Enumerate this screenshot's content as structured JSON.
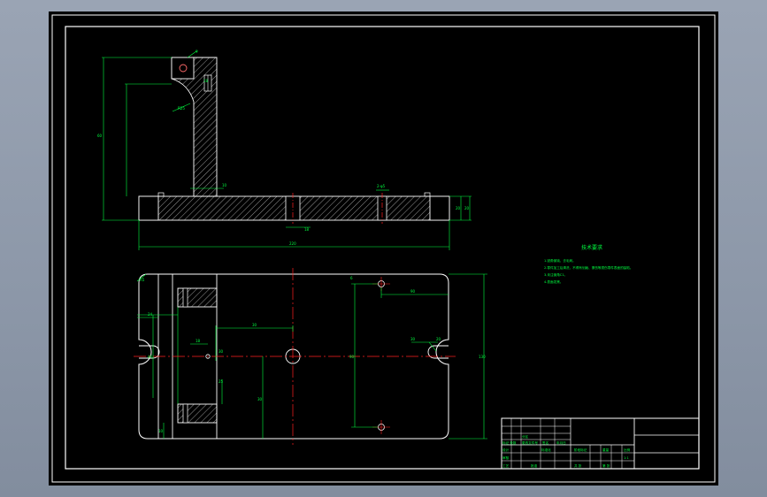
{
  "viewer": {
    "background_color": "#8c97a8",
    "canvas_color": "#000000"
  },
  "colors": {
    "outline": "#ffffff",
    "dimension": "#00ff40",
    "centerline": "#ff2020",
    "hatch": "#d8d8d8"
  },
  "front_view": {
    "dimensions": [
      "φ",
      "R25",
      "10",
      "18",
      "18",
      "2-φ5",
      "60",
      "20",
      "20",
      "220"
    ]
  },
  "top_view": {
    "dimensions": [
      "R5",
      "30",
      "30",
      "90",
      "6",
      "90",
      "30",
      "20",
      "18",
      "46",
      "24",
      "10",
      "25",
      "30",
      "130"
    ]
  },
  "technical_requirements": {
    "title": "技术要求",
    "lines": [
      "1.锐角倒钝，去毛刺。",
      "2.零件加工后清洗，不得有划痕、擦伤等损伤零件表面的缺陷。",
      "3.未注倒角C1。",
      "4.表面发黑。"
    ]
  },
  "title_block": {
    "labels": [
      "标记 处数",
      "分区",
      "更改文件号",
      "签名",
      "年月日",
      "设计",
      "标准化",
      "阶段标记",
      "重量",
      "比例",
      "审核",
      "工艺",
      "批准",
      "共 张",
      "第 张",
      "1:1"
    ]
  }
}
